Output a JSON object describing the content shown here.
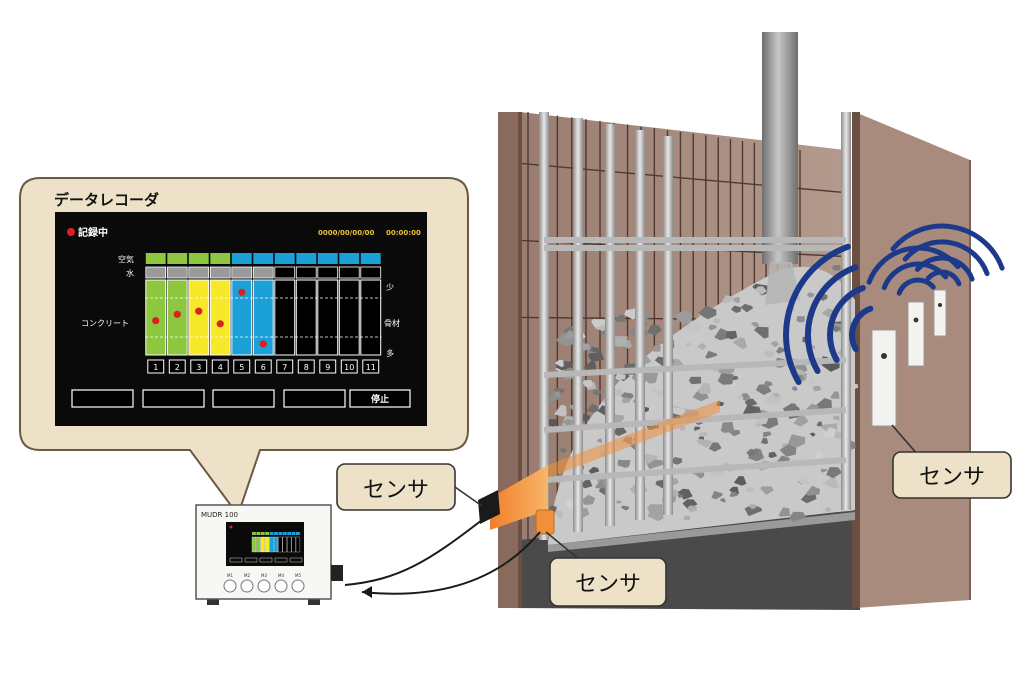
{
  "callout": {
    "title": "データレコーダ"
  },
  "screen": {
    "rec_label": "記録中",
    "date": "0000/00/00/00",
    "time": "00:00:00",
    "row_labels": {
      "air": "空気",
      "water": "水",
      "concrete": "コンクリート"
    },
    "side_labels": {
      "few": "少",
      "aggregate": "骨材",
      "many": "多"
    },
    "channels": [
      "1",
      "2",
      "3",
      "4",
      "5",
      "6",
      "7",
      "8",
      "9",
      "10",
      "11"
    ],
    "dots": [
      {
        "channel": 1,
        "level": 0.55
      },
      {
        "channel": 2,
        "level": 0.45
      },
      {
        "channel": 3,
        "level": 0.4
      },
      {
        "channel": 4,
        "level": 0.6
      },
      {
        "channel": 5,
        "level": 0.1
      },
      {
        "channel": 6,
        "level": 0.92
      }
    ],
    "buttons": [
      "",
      "",
      "",
      "",
      "停止"
    ]
  },
  "device": {
    "model": "MUDR 100",
    "knob_labels": [
      "M1",
      "M2",
      "M3",
      "M4",
      "M5"
    ]
  },
  "labels": {
    "sensor_left": "センサ",
    "sensor_bottom": "センサ",
    "sensor_right": "センサ"
  },
  "colors": {
    "green": "#8dc63f",
    "yellow": "#f5e92a",
    "blue": "#1ba0d8",
    "grey_band": "#9a9a9a",
    "callout_fill": "#ede2c7",
    "wave": "#1d3a8a",
    "wall": "#8f7264",
    "sensor_orange": "#f0903a"
  }
}
